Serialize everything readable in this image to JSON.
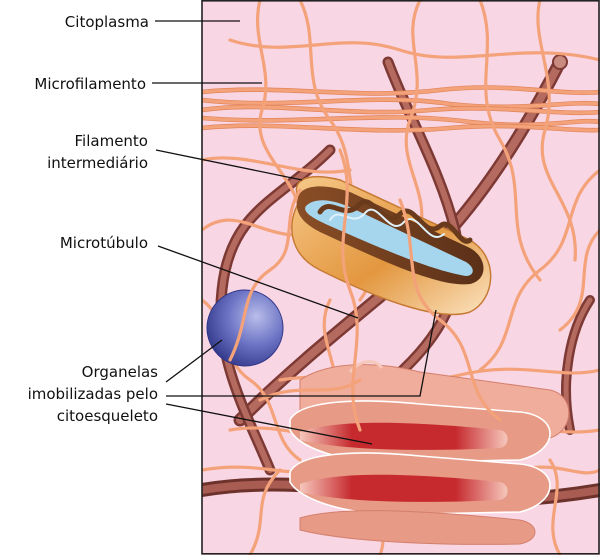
{
  "diagram": {
    "labels": {
      "cytoplasm": "Citoplasma",
      "microfilament": "Microfilamento",
      "intermediate_line1": "Filamento",
      "intermediate_line2": "intermediário",
      "microtubule": "Microtúbulo",
      "organelles_line1": "Organelas",
      "organelles_line2": "imobilizadas pelo",
      "organelles_line3": "citoesqueleto"
    },
    "colors": {
      "cytoplasm": "#f9d6e4",
      "filament": "#f4a27a",
      "microtubule": "#9b5048",
      "vesicle": "#5b63b6",
      "mitochondrion_outer": "#e9a85c",
      "mitochondrion_inner": "#a6d6ee",
      "golgi": "#e79a86",
      "golgi_lumen": "#c8282c"
    }
  }
}
